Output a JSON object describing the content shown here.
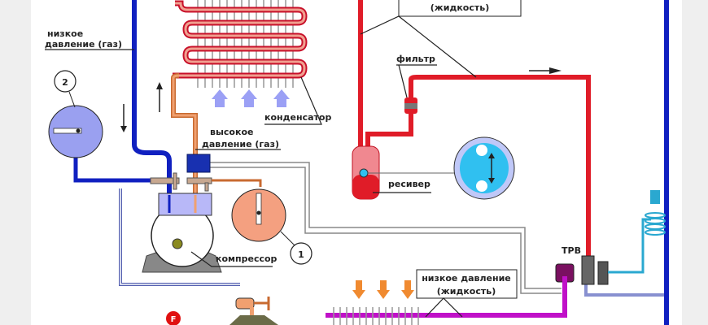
{
  "labels": {
    "top_box_liquid": "(жидкость)",
    "low_pressure_gas_1": "низкое",
    "low_pressure_gas_2": "давление (газ)",
    "high_pressure_gas_1": "высокое",
    "high_pressure_gas_2": "давление (газ)",
    "condenser": "конденсатор",
    "filter": "фильтр",
    "receiver": "ресивер",
    "compressor": "компрессор",
    "trv": "TPB",
    "low_pressure_liquid_1": "низкое давление",
    "low_pressure_liquid_2": "(жидкость)",
    "gauge_1_number": "1",
    "gauge_2_number": "2",
    "badge_f": "F"
  },
  "colors": {
    "low_pressure_gas": "#1020c0",
    "high_pressure_gas": "#e8905a",
    "high_pressure_liquid": "#e01c28",
    "low_pressure_liquid": "#c010c8",
    "gauge_low": "#9aa0f0",
    "gauge_high": "#f4a080",
    "sight_glass": "#30c0f0"
  }
}
